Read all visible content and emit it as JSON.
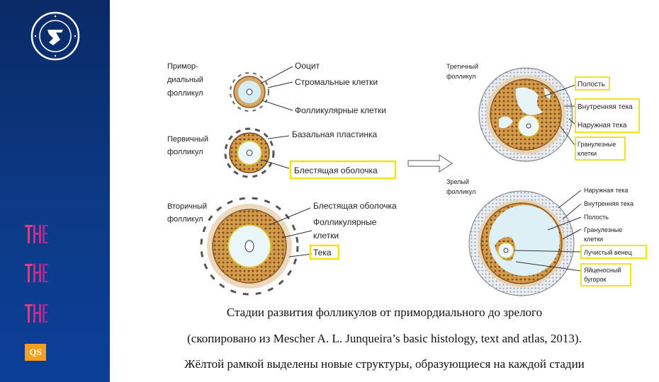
{
  "sidebar": {
    "emblem_icon": "university-emblem",
    "rankings": [
      "THE",
      "THE",
      "THE",
      "QS"
    ]
  },
  "diagram": {
    "primordial": {
      "name_lines": [
        "Примор-",
        "диальный",
        "фолликул"
      ],
      "labels": [
        "Ооцит",
        "Стромальные клетки",
        "Фолликулярные клетки"
      ]
    },
    "primary": {
      "name_lines": [
        "Первичный",
        "фолликул"
      ],
      "labels": [
        "Базальная пластинка",
        "Блестящая оболочка"
      ]
    },
    "secondary": {
      "name_lines": [
        "Вторичный",
        "фолликул"
      ],
      "labels": [
        "Блестящая оболочка",
        "Фолликулярные",
        "клетки",
        "Тека"
      ]
    },
    "tertiary": {
      "name_lines": [
        "Третичный",
        "фолликул"
      ],
      "labels": [
        "Полость",
        "Внутренняя тека",
        "Наружная тека",
        "Гранулезные",
        "клетки"
      ]
    },
    "mature": {
      "name_lines": [
        "Зрелый",
        "фолликул"
      ],
      "labels": [
        "Наружная тека",
        "Внутренняя тека",
        "Полость",
        "Гранулезные",
        "клетки",
        "Лучистый венец",
        "Яйценосный",
        "бугорок"
      ]
    },
    "highlight_color": "#f2e21a"
  },
  "caption": {
    "line1": "Стадии развития фолликулов от примордиального до зрелого",
    "line2": "(скопировано из Mescher A. L. Junqueira’s basic histology, text and atlas, 2013).",
    "line3": "Жёлтой рамкой выделены новые структуры, образующиеся на каждой стадии"
  }
}
